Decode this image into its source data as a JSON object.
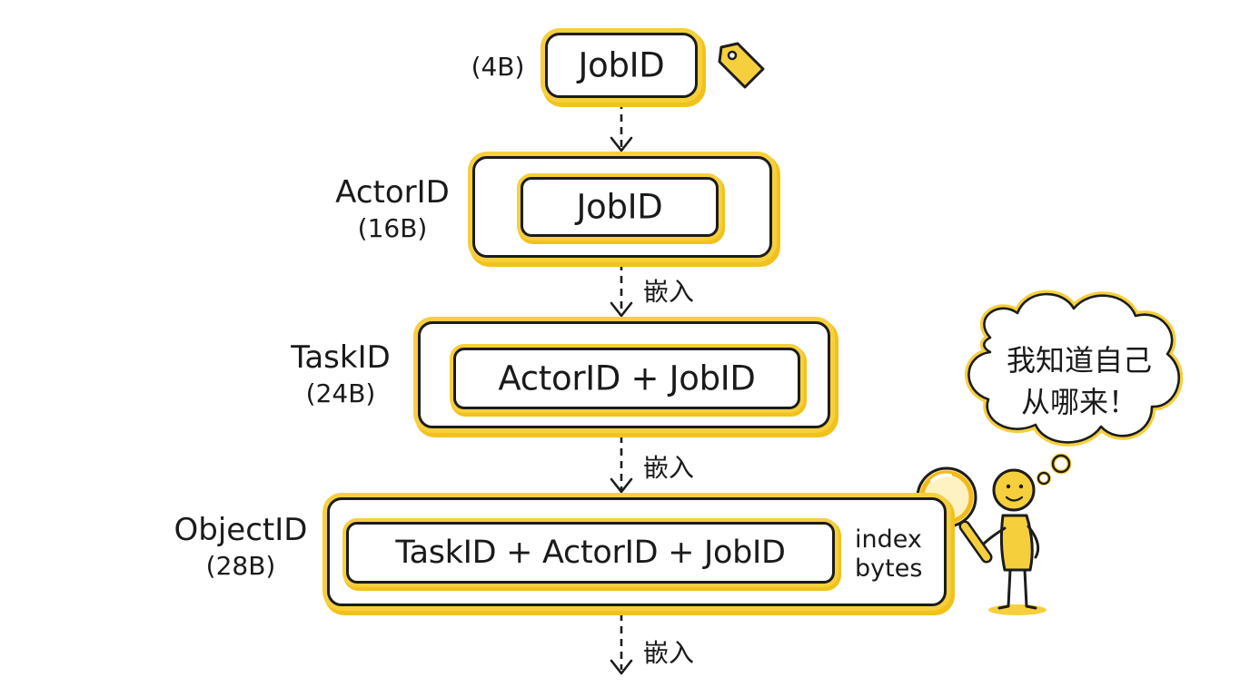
{
  "jobid_block": {
    "size": "(4B)",
    "label": "JobID"
  },
  "actorid_block": {
    "name": "ActorID",
    "size": "(16B)",
    "inner_label": "JobID"
  },
  "taskid_block": {
    "name": "TaskID",
    "size": "(24B)",
    "inner_label": "ActorID + JobID"
  },
  "objectid_block": {
    "name": "ObjectID",
    "size": "(28B)",
    "inner_label": "TaskID + ActorID + JobID",
    "index_line1": "index",
    "index_line2": "bytes"
  },
  "arrows": {
    "embed_label": "嵌入"
  },
  "character": {
    "thought_line1": "我知道自己",
    "thought_line2": "从哪来！"
  },
  "icons": [
    "tag-icon",
    "magnifier-icon",
    "stick-figure",
    "thought-bubble"
  ],
  "colors": {
    "accent": "#f6cf3c",
    "ink": "#1c1c1c"
  }
}
